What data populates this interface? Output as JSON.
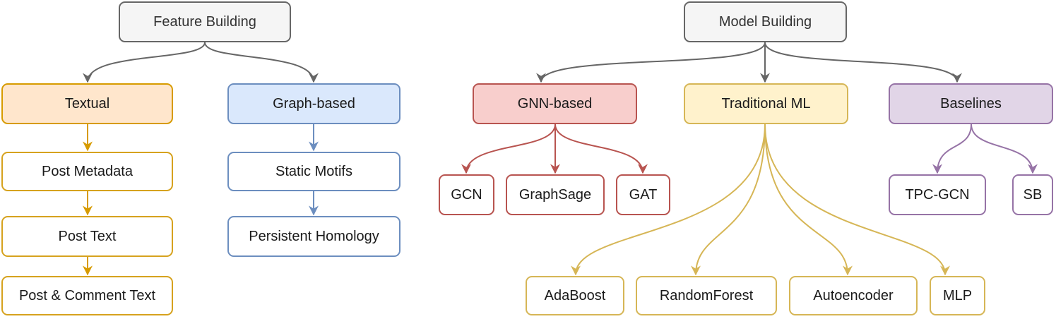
{
  "colors": {
    "root_fill": "#f5f5f5",
    "root_stroke": "#666666",
    "textual_fill": "#ffe6cc",
    "textual_stroke": "#d79b00",
    "graph_fill": "#dae8fc",
    "graph_stroke": "#6c8ebf",
    "gnn_fill": "#f8cecc",
    "gnn_stroke": "#b85450",
    "trad_fill": "#fff2cc",
    "trad_stroke": "#d6b656",
    "base_fill": "#e1d5e7",
    "base_stroke": "#9673a6"
  },
  "feature_building": {
    "title": "Feature Building",
    "textual": {
      "label": "Textual",
      "items": [
        "Post Metadata",
        "Post Text",
        "Post & Comment Text"
      ]
    },
    "graph_based": {
      "label": "Graph-based",
      "items": [
        "Static Motifs",
        "Persistent Homology"
      ]
    }
  },
  "model_building": {
    "title": "Model Building",
    "gnn_based": {
      "label": "GNN-based",
      "items": [
        "GCN",
        "GraphSage",
        "GAT"
      ]
    },
    "traditional_ml": {
      "label": "Traditional ML",
      "items": [
        "AdaBoost",
        "RandomForest",
        "Autoencoder",
        "MLP"
      ]
    },
    "baselines": {
      "label": "Baselines",
      "items": [
        "TPC-GCN",
        "SB"
      ]
    }
  }
}
